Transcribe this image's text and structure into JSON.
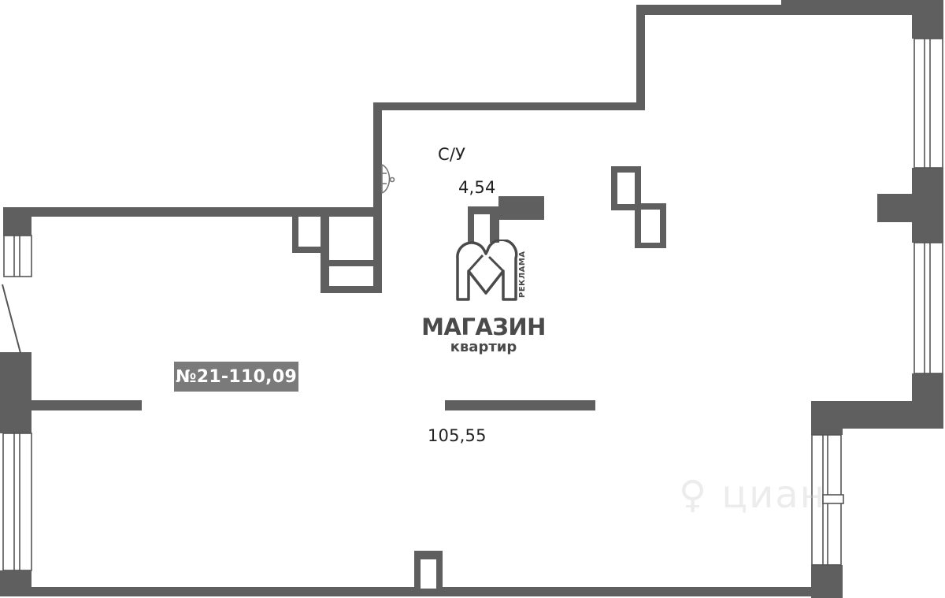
{
  "plan": {
    "unit_badge": "№21-110,09",
    "rooms": [
      {
        "name": "С/У",
        "area": "4,54"
      },
      {
        "name": "",
        "area": "105,55"
      }
    ],
    "colors": {
      "wall": "#5f5f5f",
      "badge_bg": "#7a7a7a",
      "badge_text": "#ffffff",
      "logo": "#4a4a4a"
    }
  },
  "logo": {
    "title": "МАГАЗИН",
    "subtitle": "квартир",
    "vertical": "РЕКЛАМА",
    "icon": "m-heart-logo-icon"
  },
  "watermark": {
    "text": "циан",
    "icon": "cian-figure-icon"
  }
}
